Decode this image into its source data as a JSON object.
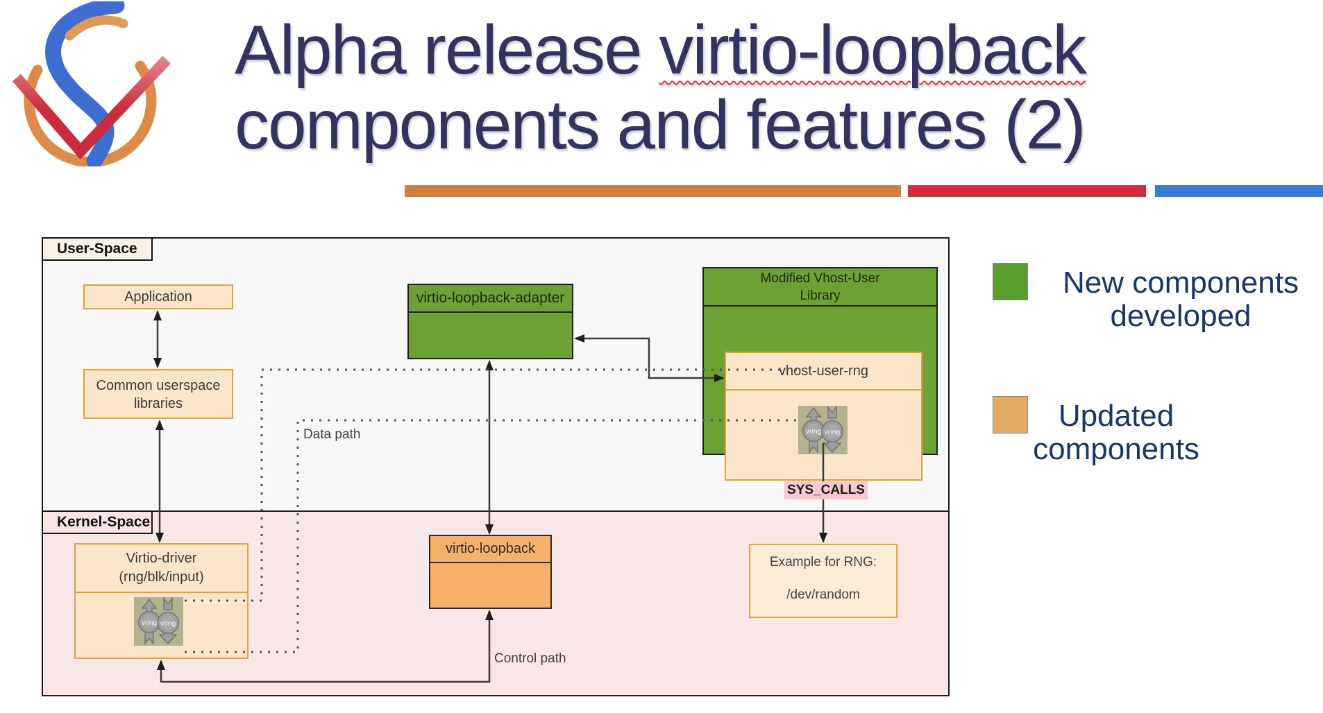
{
  "header": {
    "logo": "virtual-open-systems-logo",
    "title": {
      "line1_prefix": "Alpha release ",
      "line1_underlined": "virtio-loopback",
      "line2": "components and features (2)",
      "color": "#32335f",
      "misspell_underline_color": "#e63232"
    },
    "accent_bars": {
      "orange": "#cf813c",
      "red": "#d62b3d",
      "blue": "#377cd9"
    }
  },
  "diagram": {
    "user_space_label": "User-Space",
    "kernel_space_label": "Kernel-Space",
    "application_label": "Application",
    "common_libraries_line1": "Common userspace",
    "common_libraries_line2": "libraries",
    "adapter_label": "virtio-loopback-adapter",
    "library_title_line1": "Modified Vhost-User",
    "library_title_line2": "Library",
    "vhost_user_rng_label": "vhost-user-rng",
    "vring_label": "vring",
    "virtio_driver_line1": "Virtio-driver",
    "virtio_driver_line2": "(rng/blk/input)",
    "virtio_loopback_label": "virtio-loopback",
    "example_rng_line1": "Example for RNG:",
    "example_rng_line2": "/dev/random",
    "sys_calls_label": "SYS_CALLS",
    "data_path_label": "Data path",
    "control_path_label": "Control path",
    "colors": {
      "new_component_green": "#6ca233",
      "updated_component_orange": "#f9b169",
      "peach_fill": "#fce6c9",
      "peach_border": "#e2a33d",
      "user_space_bg": "#f8f8f8",
      "kernel_space_bg": "#f9e7e7",
      "sys_calls_highlight": "#f7c9cf"
    }
  },
  "legend": {
    "new_components": {
      "line1": "New components",
      "line2": "developed",
      "swatch_color": "#5a9e2e"
    },
    "updated_components": {
      "line1": "Updated",
      "line2": "components",
      "swatch_color": "#e3ac62"
    },
    "text_color": "#17366b"
  }
}
